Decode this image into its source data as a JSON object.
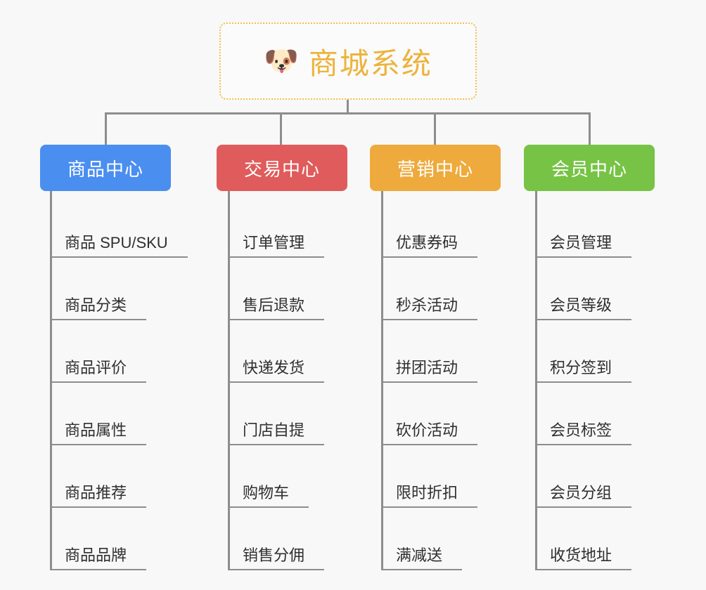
{
  "background_color": "#f8f8f8",
  "root": {
    "icon": "dog-face-emoji",
    "emoji": "🐶",
    "title": "商城系统",
    "border_color": "#edb33c",
    "text_color": "#edb33c"
  },
  "columns": [
    {
      "id": "product-center",
      "title": "商品中心",
      "color": "#4a8ef0",
      "items": [
        "商品 SPU/SKU",
        "商品分类",
        "商品评价",
        "商品属性",
        "商品推荐",
        "商品品牌"
      ]
    },
    {
      "id": "trade-center",
      "title": "交易中心",
      "color": "#e05b5b",
      "items": [
        "订单管理",
        "售后退款",
        "快递发货",
        "门店自提",
        "购物车",
        "销售分佣"
      ]
    },
    {
      "id": "marketing-center",
      "title": "营销中心",
      "color": "#eeaa3c",
      "items": [
        "优惠券码",
        "秒杀活动",
        "拼团活动",
        "砍价活动",
        "限时折扣",
        "满减送"
      ]
    },
    {
      "id": "member-center",
      "title": "会员中心",
      "color": "#77c345",
      "items": [
        "会员管理",
        "会员等级",
        "积分签到",
        "会员标签",
        "会员分组",
        "收货地址"
      ]
    }
  ]
}
